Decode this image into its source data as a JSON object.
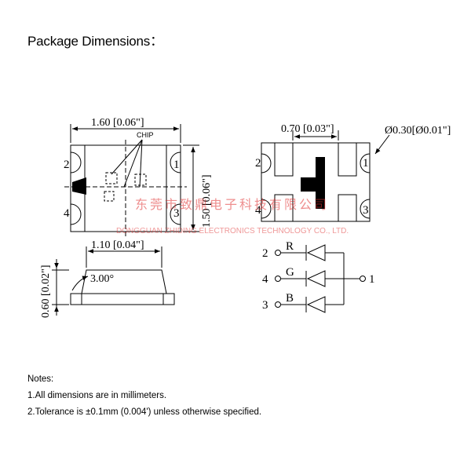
{
  "heading": "Package Dimensions：",
  "top_view": {
    "width_label": "1.60 [0.06\"]",
    "height_label": "1.50 [0.06\"]",
    "chip_label": "CHIP",
    "pins": [
      "2",
      "1",
      "4",
      "3"
    ]
  },
  "side_view": {
    "width_label": "1.10 [0.04\"]",
    "height_label": "0.60 [0.02\"]",
    "angle_label": "3.00°"
  },
  "bottom_view": {
    "pad_label": "0.70 [0.03\"]",
    "hole_label": "Ø0.30[Ø0.01\"]",
    "pins": [
      "2",
      "1",
      "4",
      "3"
    ]
  },
  "circuit": {
    "pins": [
      "2",
      "4",
      "3",
      "1"
    ],
    "channels": [
      "R",
      "G",
      "B"
    ]
  },
  "watermark": {
    "cn": "东莞市致鼎电子科技有限公司",
    "en": "DONGGUAN ZHIDING ELECTRONICS TECHNOLOGY CO., LTD."
  },
  "notes": {
    "title": "Notes:",
    "items": [
      "1.All dimensions are in millimeters.",
      "2.Tolerance is ±0.1mm (0.004') unless otherwise specified."
    ]
  }
}
